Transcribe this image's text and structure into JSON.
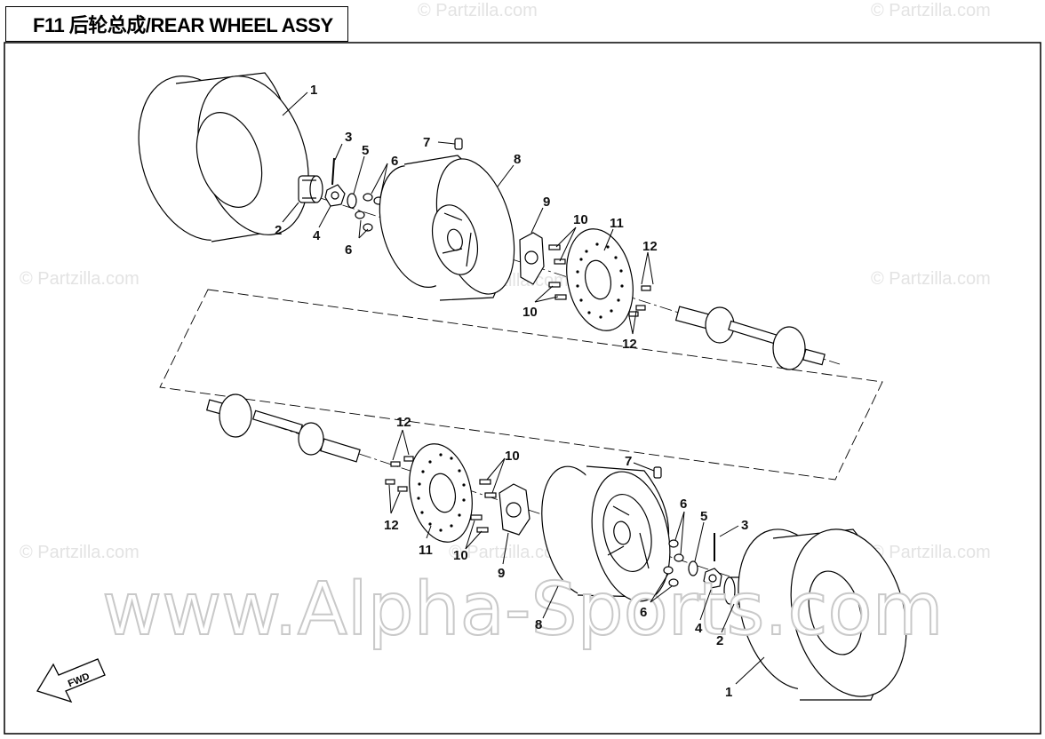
{
  "title": "F11 后轮总成/REAR WHEEL ASSY",
  "watermarks": {
    "small": "© Partzilla.com",
    "big": "www.Alpha-Sports.com"
  },
  "fwd_label": "FWD",
  "callouts": {
    "top": {
      "c1": "1",
      "c2": "2",
      "c3": "3",
      "c4": "4",
      "c5": "5",
      "c6a": "6",
      "c6b": "6",
      "c7": "7",
      "c8": "8",
      "c9": "9",
      "c10a": "10",
      "c10b": "10",
      "c11": "11",
      "c12a": "12",
      "c12b": "12"
    },
    "bottom": {
      "c1": "1",
      "c2": "2",
      "c3": "3",
      "c4": "4",
      "c5": "5",
      "c6a": "6",
      "c6b": "6",
      "c7": "7",
      "c8": "8",
      "c9": "9",
      "c10a": "10",
      "c10b": "10",
      "c11": "11",
      "c12a": "12",
      "c12b": "12"
    }
  }
}
